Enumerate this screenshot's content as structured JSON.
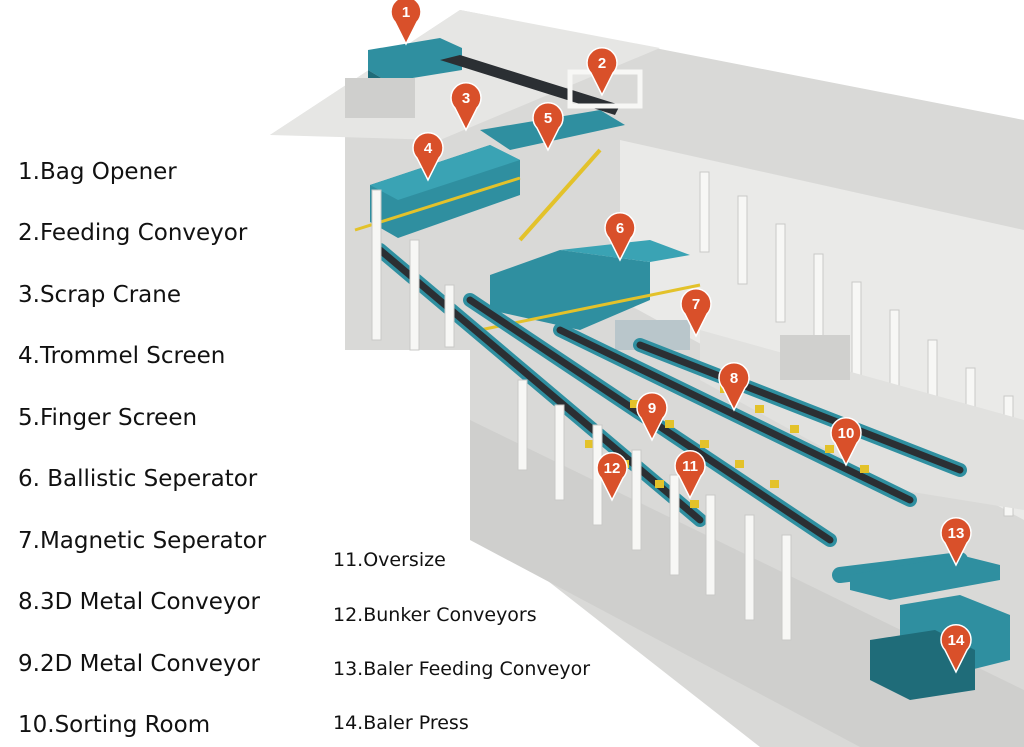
{
  "legend": {
    "items": [
      "1.Bag Opener",
      "2.Feeding Conveyor",
      "3.Scrap Crane",
      "4.Trommel Screen",
      "5.Finger Screen",
      "6. Ballistic Seperator",
      "7.Magnetic Seperator",
      "8.3D Metal Conveyor",
      "9.2D Metal Conveyor",
      "10.Sorting Room",
      "11.Oversize",
      "12.Bunker Conveyors",
      "13.Baler Feeding Conveyor",
      "14.Baler Press"
    ]
  },
  "markers": [
    "1",
    "2",
    "3",
    "4",
    "5",
    "6",
    "7",
    "8",
    "9",
    "10",
    "11",
    "12",
    "13",
    "14"
  ],
  "colors": {
    "marker": "#d9502a",
    "machine": "#2f8fa0",
    "machine_dark": "#1f6c79",
    "belt": "#2b2f33",
    "railing": "#e3c22a",
    "floor": "#d6d6d4",
    "wall": "#ececea"
  }
}
